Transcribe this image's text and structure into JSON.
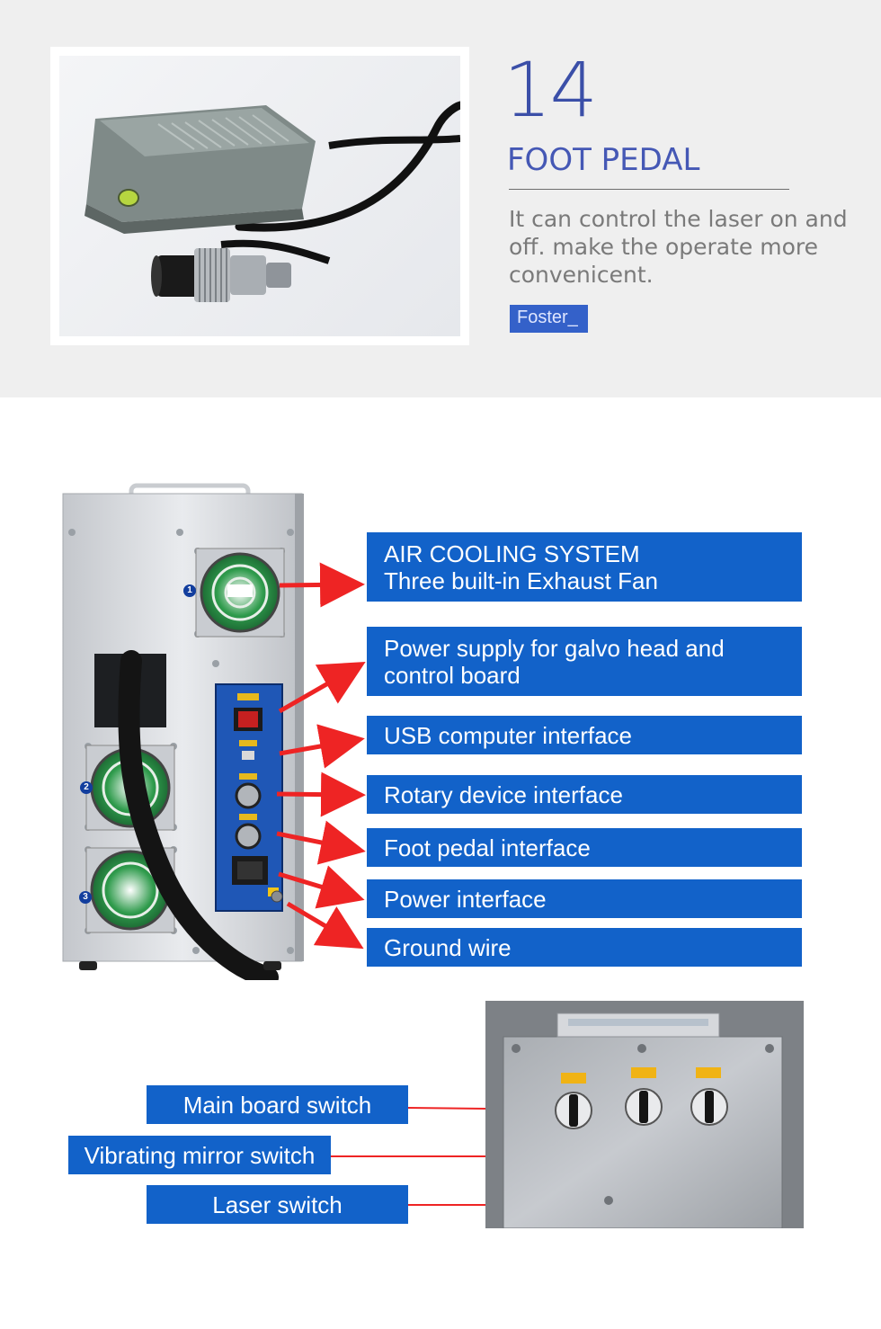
{
  "feature": {
    "number": "14",
    "title": "FOOT PEDAL",
    "description": "It can control the laser on and off. make the operate more convenicent.",
    "brand_tag": "Foster_"
  },
  "rear_panel": {
    "fan_numbers": [
      "1",
      "2",
      "3"
    ],
    "callouts": [
      {
        "line1": "AIR COOLING SYSTEM",
        "line2": "Three built-in Exhaust Fan"
      },
      {
        "line1": "Power supply for galvo head and",
        "line2": "control board"
      },
      {
        "line1": "USB computer interface"
      },
      {
        "line1": "Rotary device interface"
      },
      {
        "line1": "Foot pedal interface"
      },
      {
        "line1": "Power interface"
      },
      {
        "line1": "Ground wire"
      }
    ]
  },
  "switches": {
    "callouts": [
      "Main board switch",
      "Vibrating mirror switch",
      "Laser switch"
    ]
  },
  "colors": {
    "callout_blue": "#1262c9",
    "arrow_red": "#ee2424",
    "accent_blue": "#3b4fa8",
    "top_band": "#efefef"
  }
}
